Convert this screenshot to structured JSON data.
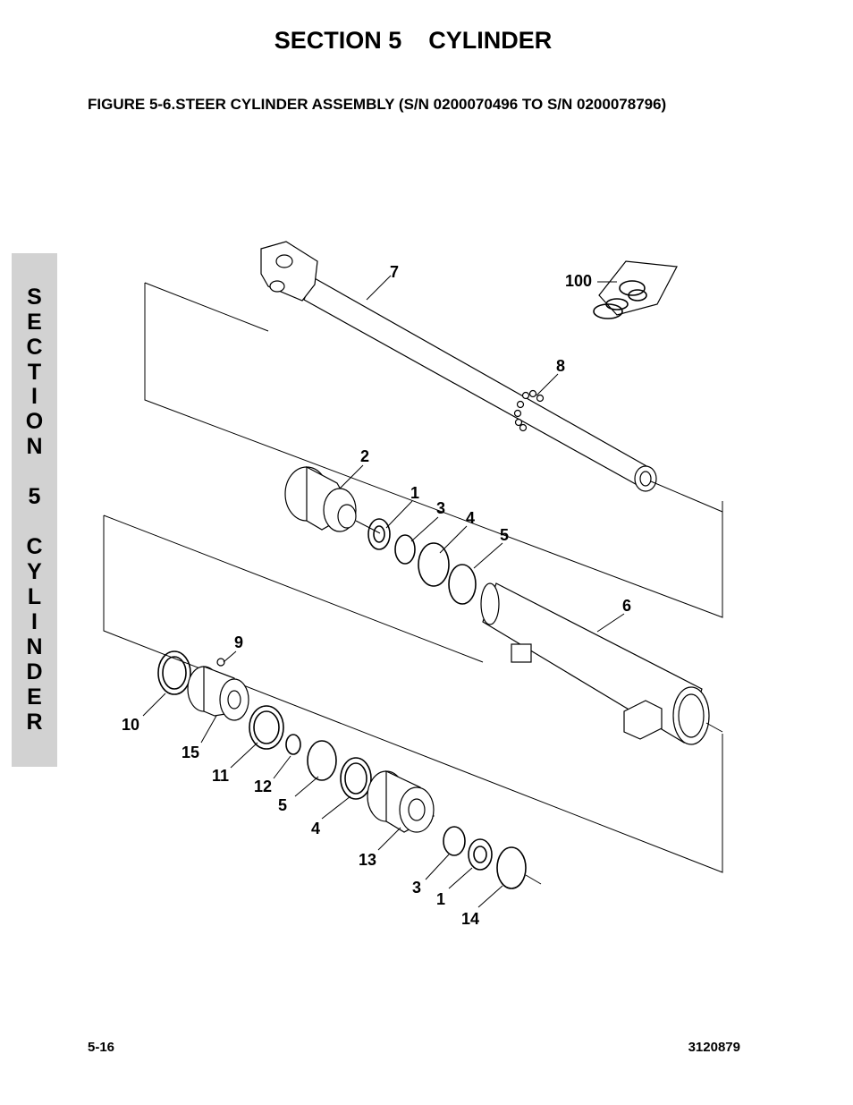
{
  "header": {
    "title": "SECTION 5    CYLINDER"
  },
  "figure": {
    "caption": "FIGURE 5-6.STEER CYLINDER ASSEMBLY (S/N 0200070496 TO S/N 0200078796)"
  },
  "side_tab": {
    "letters": [
      "S",
      "E",
      "C",
      "T",
      "I",
      "O",
      "N",
      "",
      "5",
      "",
      "C",
      "Y",
      "L",
      "I",
      "N",
      "D",
      "E",
      "R"
    ]
  },
  "callouts": {
    "c7": "7",
    "c100": "100",
    "c8": "8",
    "c2": "2",
    "c1a": "1",
    "c3a": "3",
    "c4a": "4",
    "c5a": "5",
    "c6": "6",
    "c9": "9",
    "c10": "10",
    "c15": "15",
    "c11": "11",
    "c12": "12",
    "c5b": "5",
    "c4b": "4",
    "c13": "13",
    "c3b": "3",
    "c1b": "1",
    "c14": "14"
  },
  "footer": {
    "page": "5-16",
    "doc_number": "3120879"
  }
}
